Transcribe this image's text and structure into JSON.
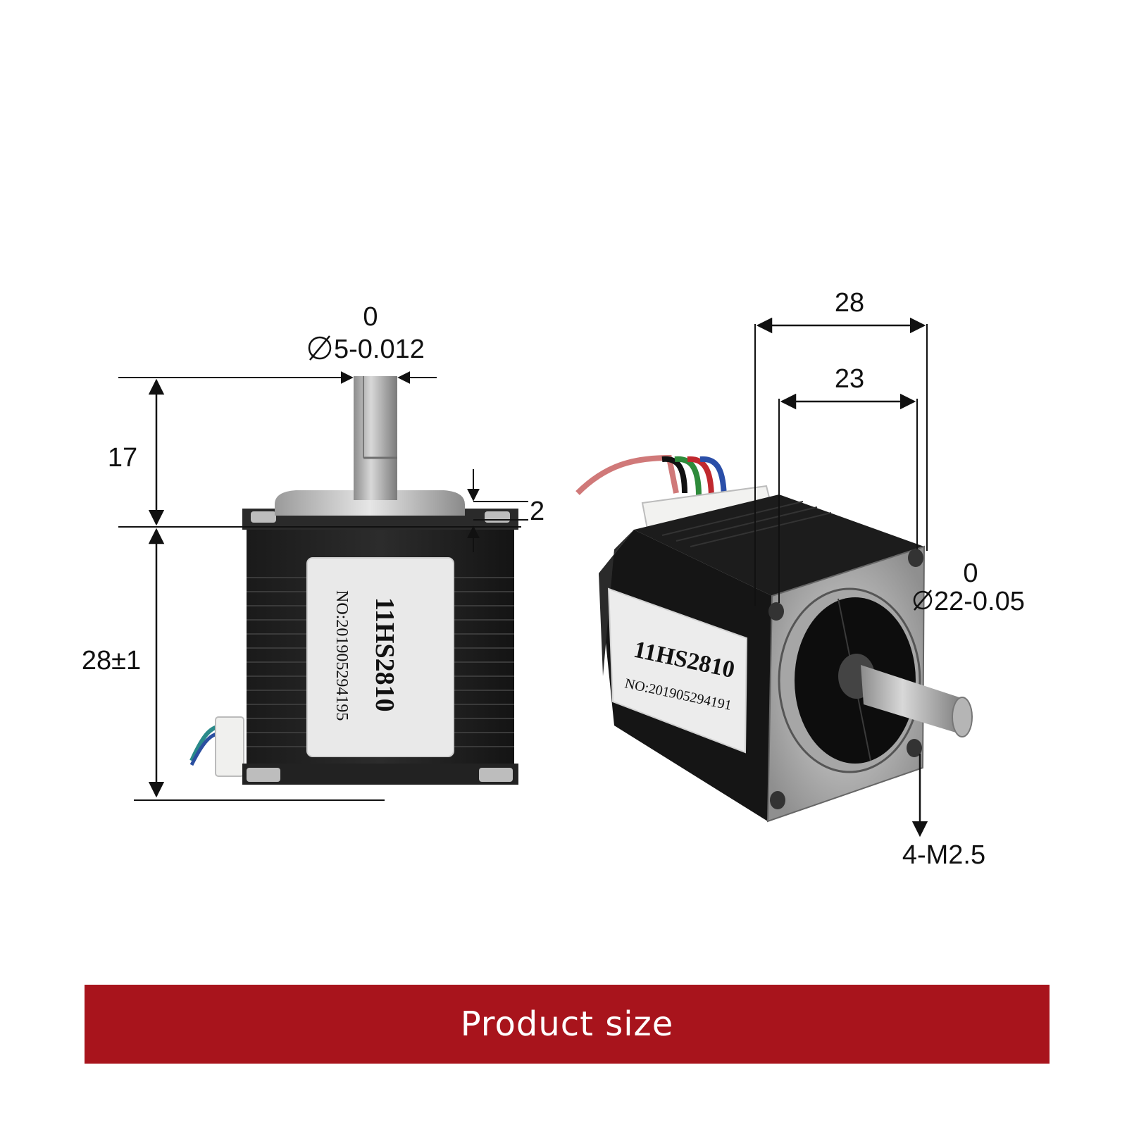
{
  "front_view": {
    "shaft_tol_upper": "0",
    "shaft_diameter": "5-0.012",
    "shaft_length": "17",
    "boss_height": "2",
    "body_length": "28±1",
    "label_model": "11HS2810",
    "label_serial": "NO:201905294195"
  },
  "iso_view": {
    "frame_width": "28",
    "hole_spacing": "23",
    "boss_tol_upper": "0",
    "boss_diameter": "22-0.05",
    "thread": "4-M2.5",
    "label_model": "11HS2810",
    "label_serial": "NO:201905294191"
  },
  "banner": {
    "title": "Product size",
    "color": "#a8141c"
  }
}
